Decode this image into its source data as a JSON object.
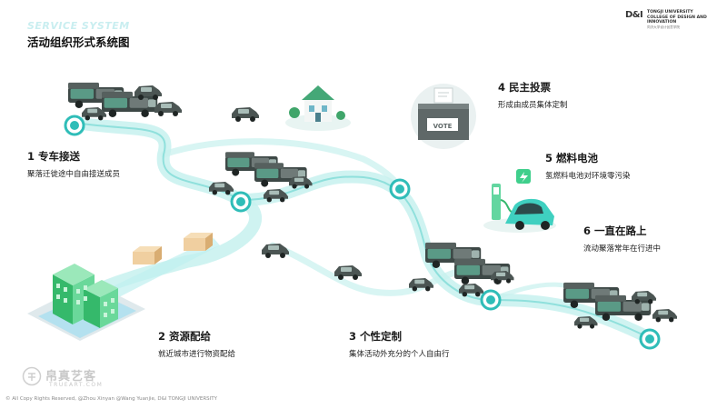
{
  "header": {
    "title_en": "SERVICE SYSTEM",
    "title_cn": "活动组织形式系统图"
  },
  "logo": {
    "mark": "D&I",
    "line1": "TONGJI UNIVERSITY",
    "line2": "COLLEGE OF DESIGN AND",
    "line3": "INNOVATION",
    "subtitle": "同济大学设计创意学院"
  },
  "stages": [
    {
      "title": "1 专车接送",
      "desc": "聚落迁徙途中自由接送成员"
    },
    {
      "title": "2 资源配给",
      "desc": "就近城市进行物资配给"
    },
    {
      "title": "3  个性定制",
      "desc": "集体活动外充分的个人自由行"
    },
    {
      "title": "4 民主投票",
      "desc": "形成由成员集体定制"
    },
    {
      "title": "5 燃料电池",
      "desc": "氢燃料电池对环境零污染"
    },
    {
      "title": "6 一直在路上",
      "desc": "流动聚落常年在行进中"
    }
  ],
  "vote_box": {
    "label": "VOTE"
  },
  "footer": {
    "copyright": "© All Copy Rights Reserved,   @Zhou Xinyan @Wang Yuanjie, D&I TONGJI UNIVERSITY"
  },
  "watermark": {
    "cn": "帛真艺客",
    "en": "TRUEART.COM"
  },
  "colors": {
    "accent": "#2fbdb8",
    "path_light": "#c7f1ee",
    "vehicle_dark": "#3d4846",
    "vehicle_green": "#5a9a86",
    "building_green": "#3fc77a"
  }
}
